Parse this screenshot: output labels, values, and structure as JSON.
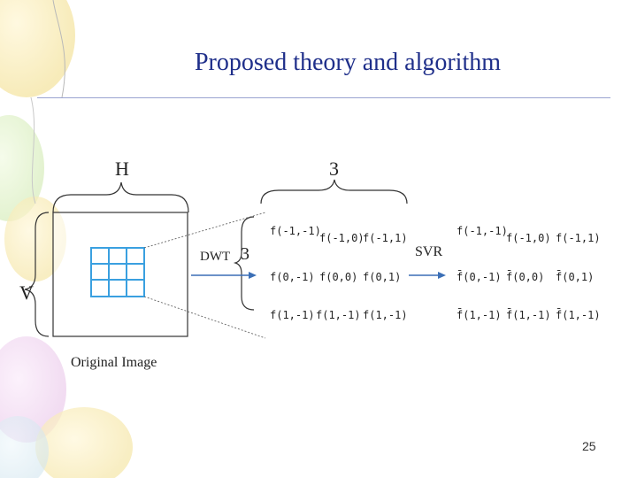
{
  "slide": {
    "title": "Proposed theory and algorithm",
    "page_number": "25"
  },
  "labels": {
    "h": "H",
    "three": "3",
    "v": "V",
    "dwt": "DWT",
    "dwt_three": "3",
    "svr": "SVR",
    "original_image": "Original Image"
  },
  "dwt_grid": [
    [
      "f(-1,-1)",
      "f(-1,0)",
      "f(-1,1)"
    ],
    [
      "f(0,-1)",
      "f(0,0)",
      "f(0,1)"
    ],
    [
      "f(1,-1)",
      "f(1,-1)",
      "f(1,-1)"
    ]
  ],
  "svr_grid": [
    [
      "f(-1,-1)",
      "f(-1,0)",
      "f(-1,1)"
    ],
    [
      "f̄(0,-1)",
      "f̄(0,0)",
      "f̄(0,1)"
    ],
    [
      "f̄(1,-1)",
      "f̄(1,-1)",
      "f̄(1,-1)"
    ]
  ],
  "colors": {
    "title": "#1f2f8a",
    "pixel_grid": "#3aa0e0",
    "rule": "#9aa3d0",
    "arrow": "#3b6fb6"
  }
}
